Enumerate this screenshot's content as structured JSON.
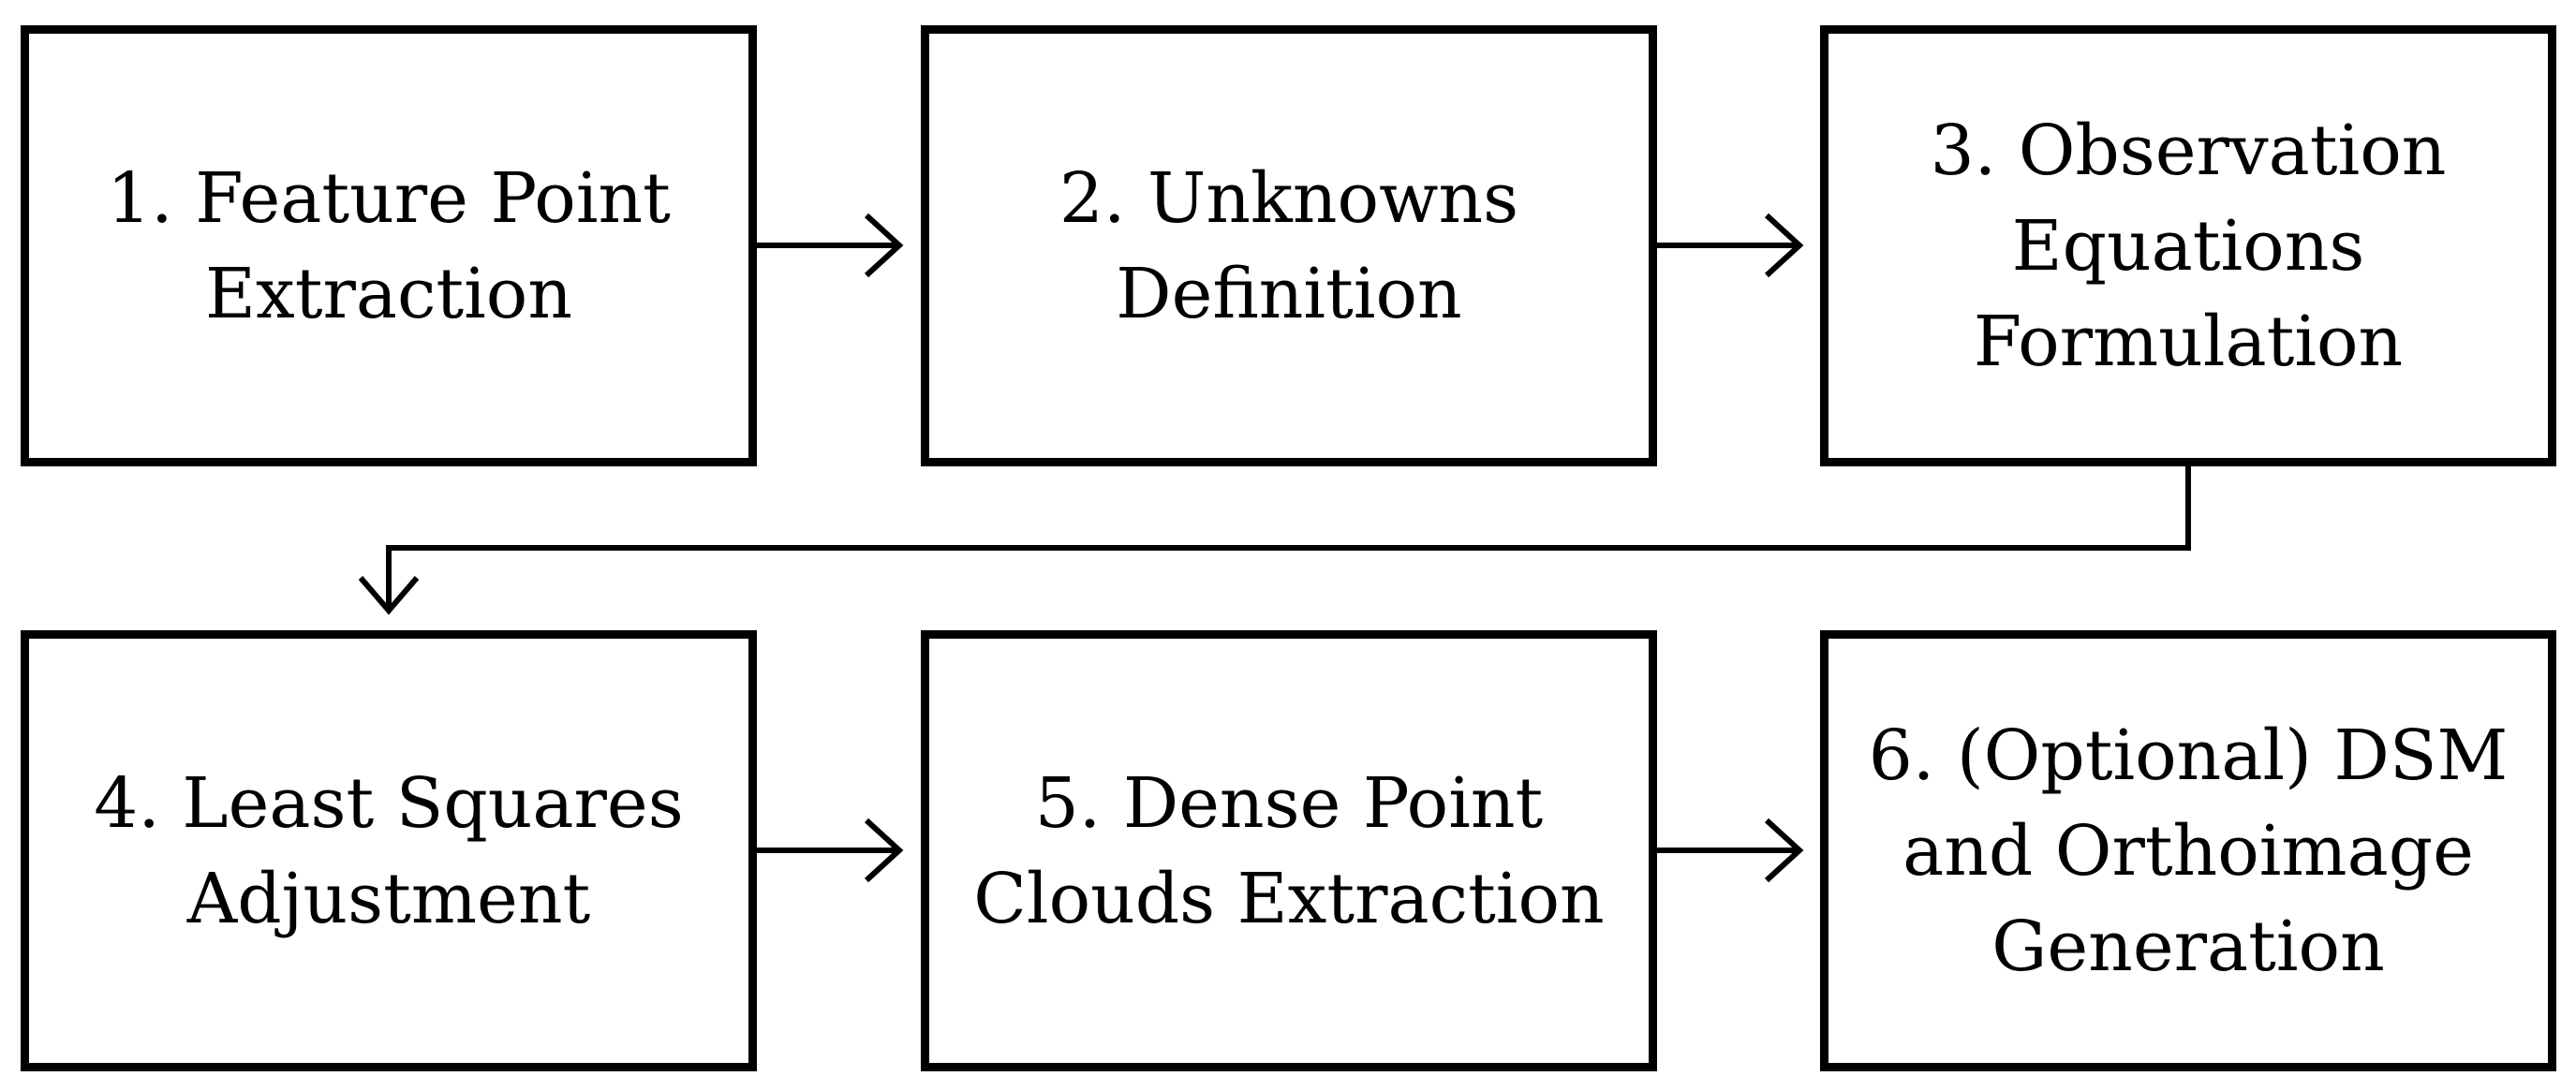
{
  "steps": [
    {
      "id": 1,
      "lines": [
        "1. Feature Point",
        "Extraction"
      ]
    },
    {
      "id": 2,
      "lines": [
        "2. Unknowns",
        "Definition"
      ]
    },
    {
      "id": 3,
      "lines": [
        "3. Observation",
        "Equations",
        "Formulation"
      ]
    },
    {
      "id": 4,
      "lines": [
        "4. Least Squares",
        "Adjustment"
      ]
    },
    {
      "id": 5,
      "lines": [
        "5. Dense Point",
        "Clouds Extraction"
      ]
    },
    {
      "id": 6,
      "lines": [
        "6. (Optional) DSM",
        "and Orthoimage",
        "Generation"
      ]
    }
  ],
  "flow": [
    {
      "from": 1,
      "to": 2
    },
    {
      "from": 2,
      "to": 3
    },
    {
      "from": 3,
      "to": 4
    },
    {
      "from": 4,
      "to": 5
    },
    {
      "from": 5,
      "to": 6
    }
  ]
}
